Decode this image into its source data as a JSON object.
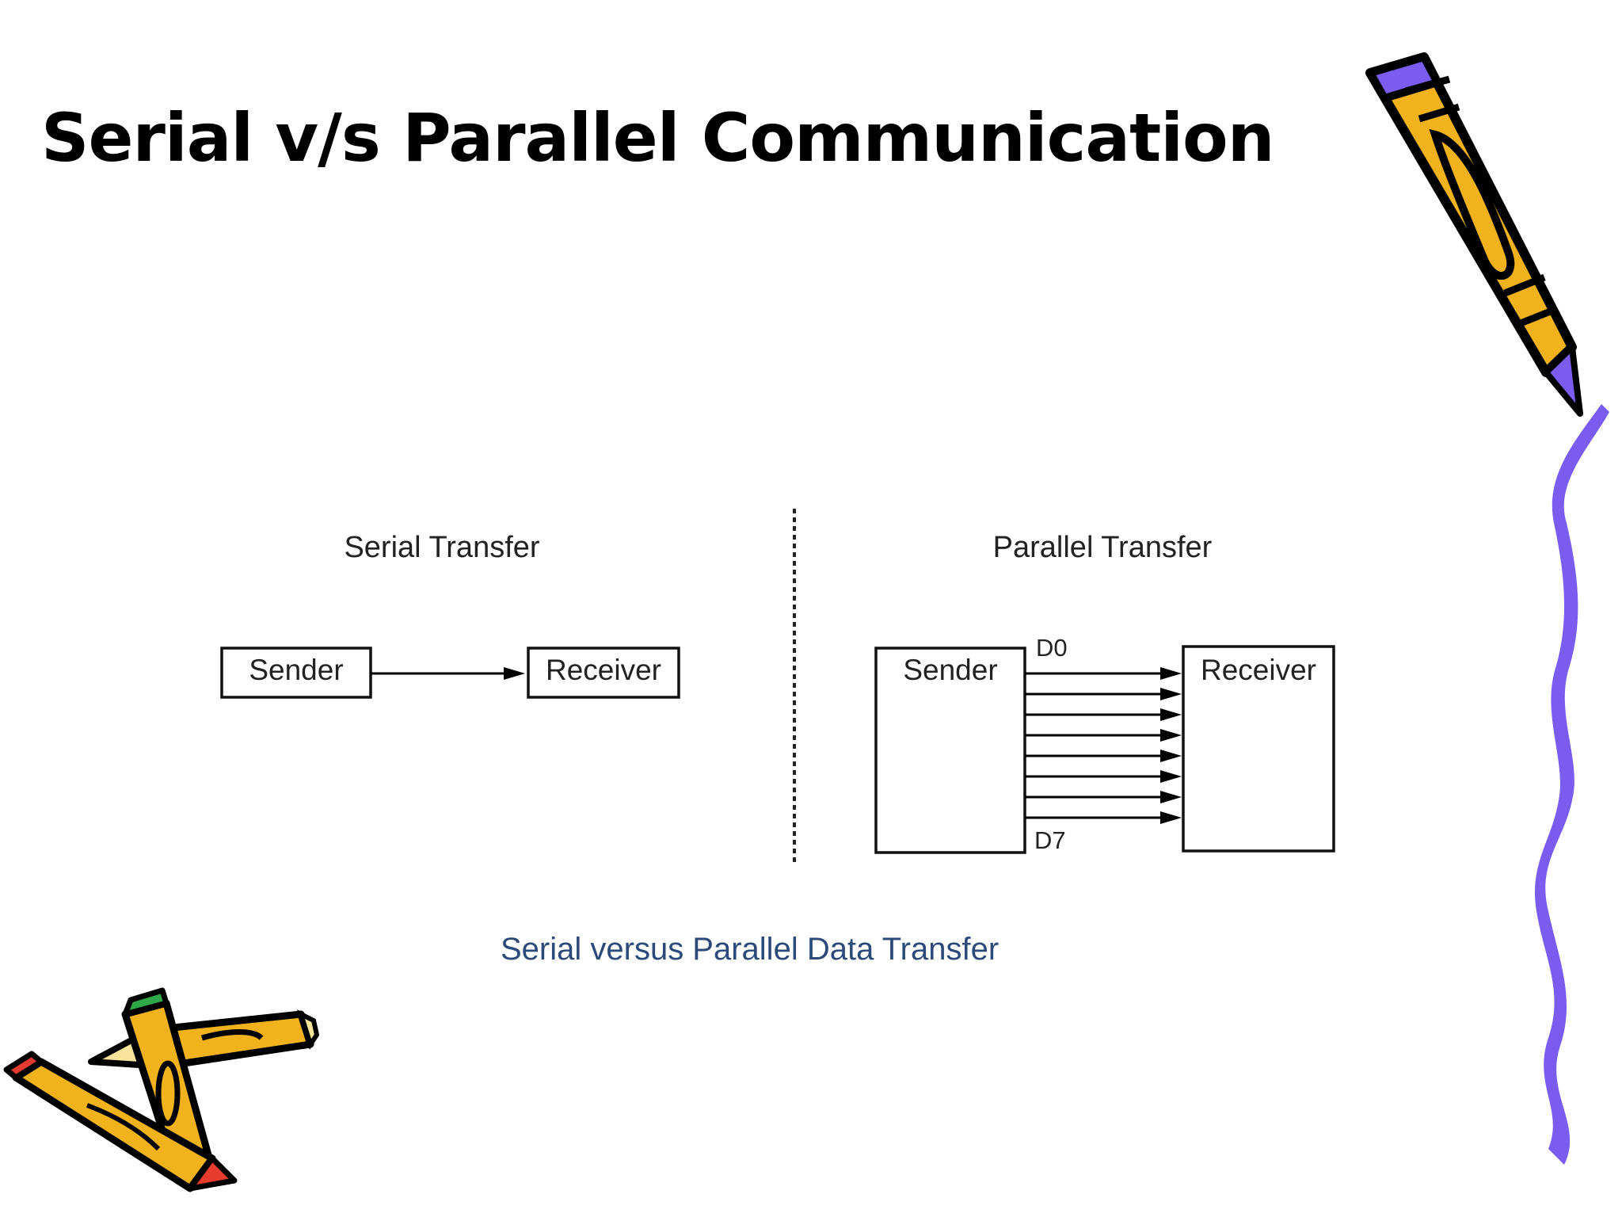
{
  "slide": {
    "title": "Serial v/s Parallel Communication",
    "caption": "Serial versus Parallel Data Transfer",
    "caption_color": "#2b4a7a"
  },
  "diagram": {
    "serial": {
      "heading": "Serial Transfer",
      "sender": "Sender",
      "receiver": "Receiver"
    },
    "parallel": {
      "heading": "Parallel Transfer",
      "sender": "Sender",
      "receiver": "Receiver",
      "first_line": "D0",
      "last_line": "D7",
      "line_count": 8
    }
  },
  "decorations": {
    "pencil_colors": [
      "#f2b21c",
      "#7a5cf0",
      "#e63b2e",
      "#2fa84a"
    ],
    "right_edge_line_color": "#7a5cf0",
    "icons": [
      "pencil-clipart-icon",
      "pencils-clipart-icon",
      "wavy-line-icon"
    ]
  }
}
